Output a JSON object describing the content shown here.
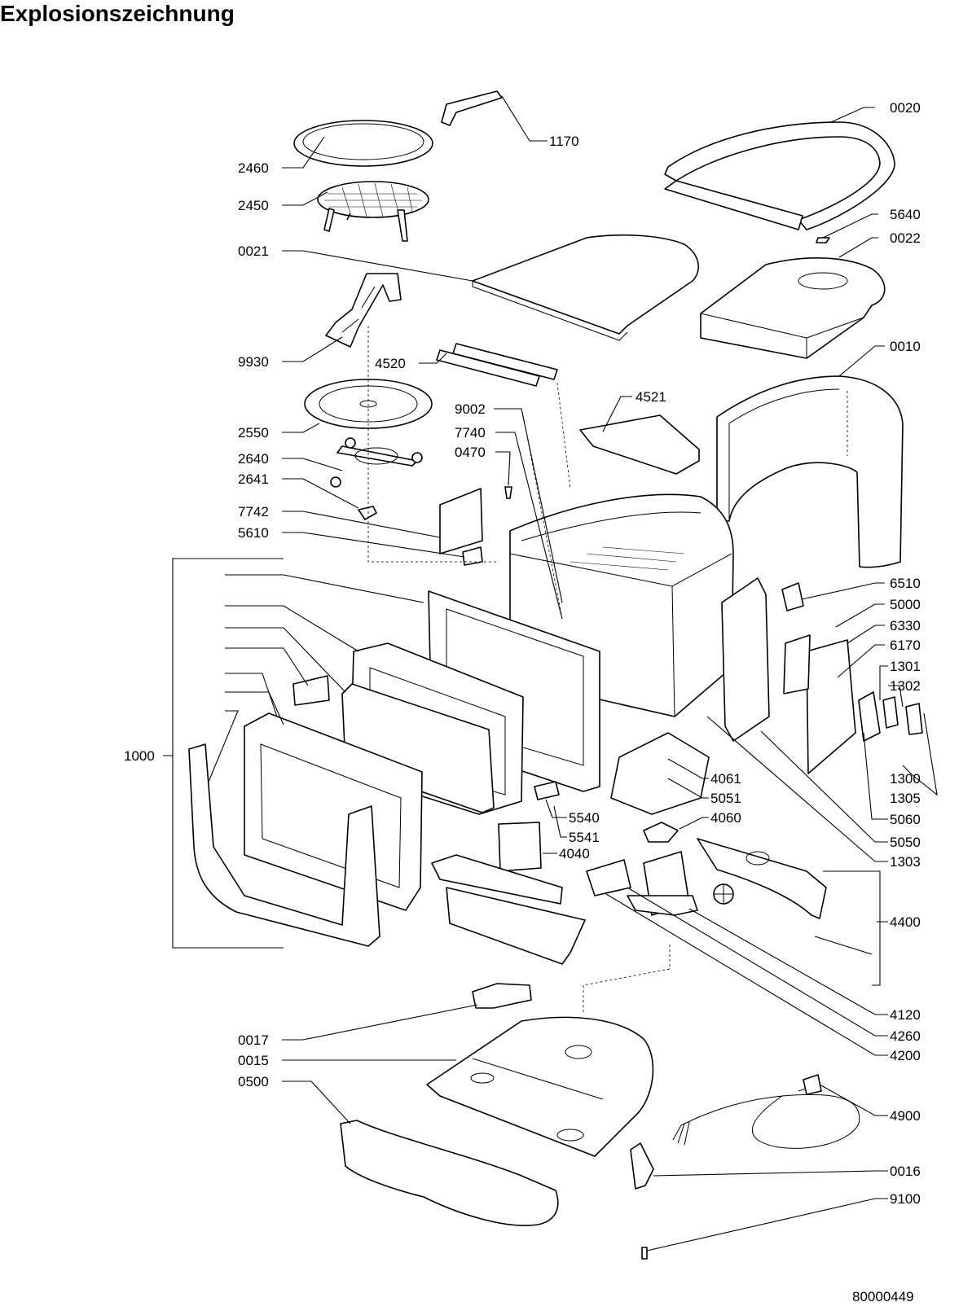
{
  "title": "Explosionszeichnung",
  "drawing_number": "80000449",
  "part_labels": {
    "p0020": "0020",
    "p1170": "1170",
    "p2460": "2460",
    "p2450": "2450",
    "p5640": "5640",
    "p0022": "0022",
    "p0021": "0021",
    "p9930": "9930",
    "p4520": "4520",
    "p0010": "0010",
    "p4521": "4521",
    "p9002": "9002",
    "p2550": "2550",
    "p7740": "7740",
    "p0470": "0470",
    "p2640": "2640",
    "p2641": "2641",
    "p7742": "7742",
    "p5610": "5610",
    "p6510": "6510",
    "p5000": "5000",
    "p6330": "6330",
    "p6170": "6170",
    "p1301": "1301",
    "p1302": "1302",
    "p1000": "1000",
    "p4061": "4061",
    "p1300": "1300",
    "p5051": "5051",
    "p1305": "1305",
    "p4060": "4060",
    "p5060": "5060",
    "p5540": "5540",
    "p5541": "5541",
    "p5050": "5050",
    "p4040": "4040",
    "p1303": "1303",
    "p4400": "4400",
    "p4120": "4120",
    "p0017": "0017",
    "p4260": "4260",
    "p0015": "0015",
    "p4200": "4200",
    "p0500": "0500",
    "p4900": "4900",
    "p0016": "0016",
    "p9100": "9100"
  }
}
